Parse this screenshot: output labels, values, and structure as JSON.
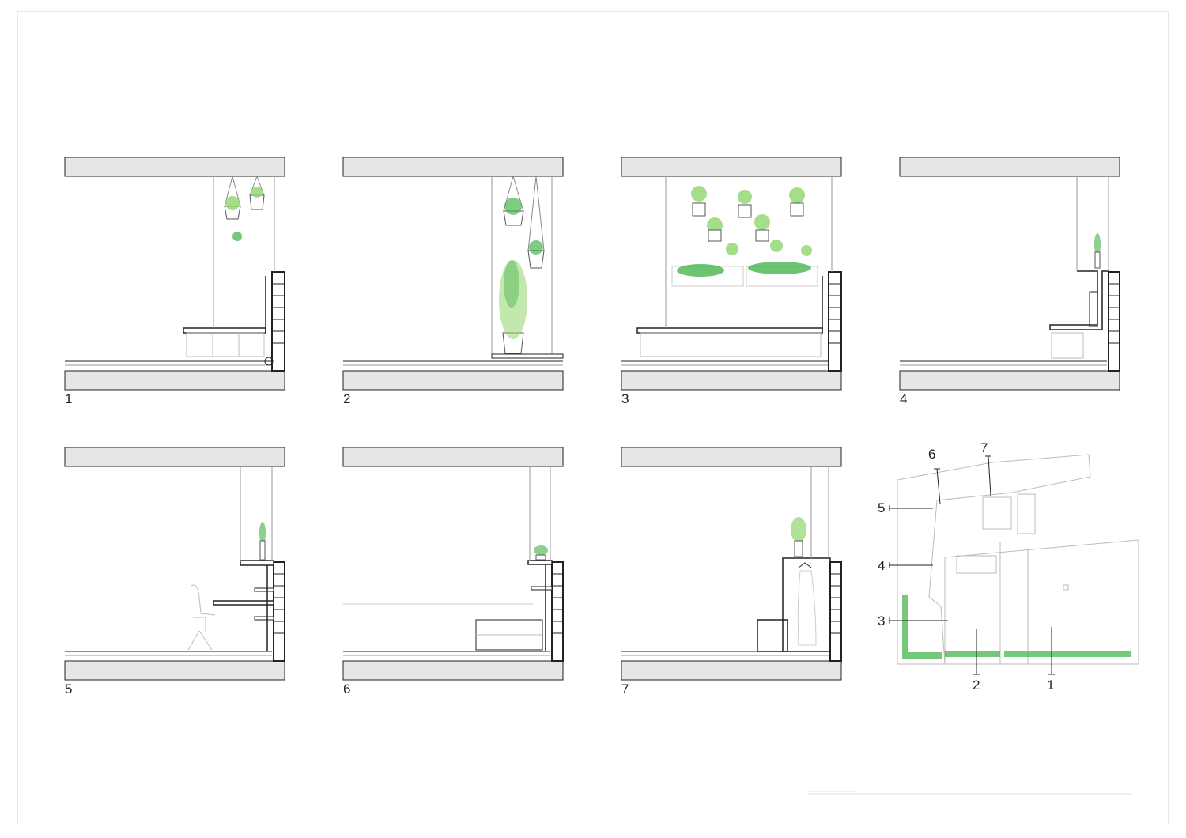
{
  "sections": [
    {
      "number": "1"
    },
    {
      "number": "2"
    },
    {
      "number": "3"
    },
    {
      "number": "4"
    },
    {
      "number": "5"
    },
    {
      "number": "6"
    },
    {
      "number": "7"
    }
  ],
  "plan": {
    "labels": [
      "1",
      "2",
      "3",
      "4",
      "5",
      "6",
      "7"
    ]
  },
  "colors": {
    "slab_fill": "#e6e6e6",
    "line": "#222222",
    "plant": "#3cb043",
    "plant_light": "#8fd66b"
  }
}
